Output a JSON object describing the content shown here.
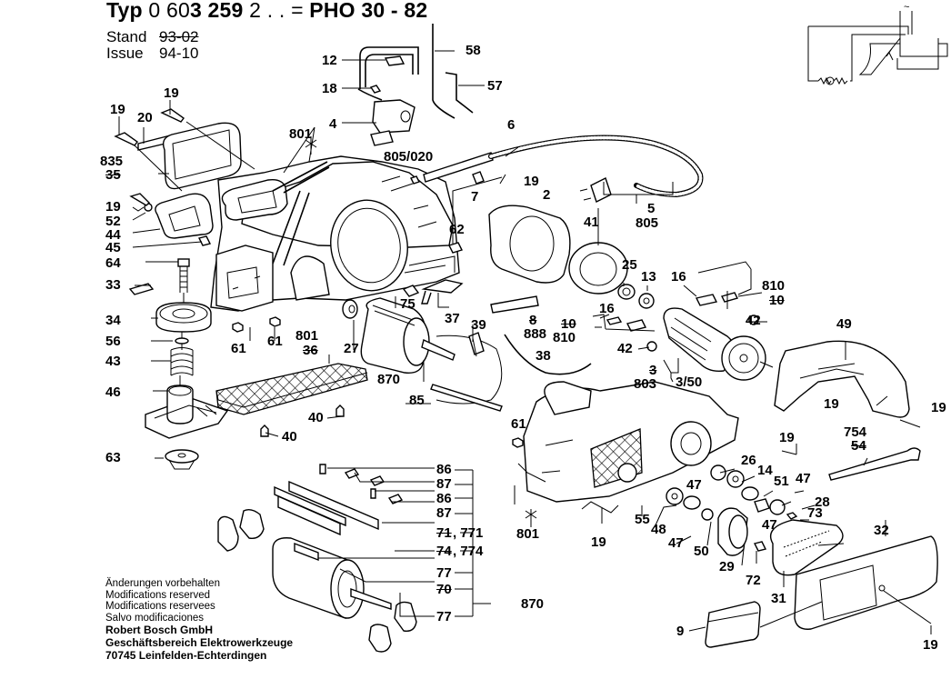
{
  "header": {
    "typ_label": "Typ",
    "typ_prefix": "0 60",
    "typ_bold1": "3 259",
    "typ_suffix": "2 . . =",
    "model": "PHO 30 - 82",
    "stand_label": "Stand",
    "stand_value": "93-02",
    "issue_label": "Issue",
    "issue_value": "94-10"
  },
  "footer": {
    "lines": [
      "Änderungen vorbehalten",
      "Modifications reserved",
      "Modifications reservees",
      "Salvo modificaciones"
    ],
    "company": "Robert Bosch GmbH",
    "division": "Geschäftsbereich Elektrowerkzeuge",
    "address": "70745 Leinfelden-Echterdingen"
  },
  "wiring_diagram": {
    "symbol": "~"
  },
  "part_labels": [
    {
      "id": "p12",
      "text": "12"
    },
    {
      "id": "p58",
      "text": "58"
    },
    {
      "id": "p18",
      "text": "18"
    },
    {
      "id": "p57",
      "text": "57"
    },
    {
      "id": "p4",
      "text": "4"
    },
    {
      "id": "p6",
      "text": "6"
    },
    {
      "id": "p19a",
      "text": "19"
    },
    {
      "id": "p19b",
      "text": "19"
    },
    {
      "id": "p20",
      "text": "20"
    },
    {
      "id": "p801a",
      "text": "801"
    },
    {
      "id": "p835",
      "text": "835"
    },
    {
      "id": "p35",
      "text": "35",
      "struck": true
    },
    {
      "id": "p805_020",
      "text": "805/020"
    },
    {
      "id": "p19c",
      "text": "19"
    },
    {
      "id": "p7",
      "text": "7"
    },
    {
      "id": "p2",
      "text": "2"
    },
    {
      "id": "p5",
      "text": "5"
    },
    {
      "id": "p805",
      "text": "805"
    },
    {
      "id": "p19d",
      "text": "19"
    },
    {
      "id": "p52",
      "text": "52"
    },
    {
      "id": "p44",
      "text": "44"
    },
    {
      "id": "p45",
      "text": "45"
    },
    {
      "id": "p62",
      "text": "62"
    },
    {
      "id": "p41",
      "text": "41"
    },
    {
      "id": "p64",
      "text": "64"
    },
    {
      "id": "p25",
      "text": "25"
    },
    {
      "id": "p13",
      "text": "13"
    },
    {
      "id": "p16a",
      "text": "16"
    },
    {
      "id": "p810a",
      "text": "810"
    },
    {
      "id": "p10a",
      "text": "10",
      "struck": true
    },
    {
      "id": "p33",
      "text": "33"
    },
    {
      "id": "p75",
      "text": "75"
    },
    {
      "id": "p37",
      "text": "37"
    },
    {
      "id": "p16b",
      "text": "16"
    },
    {
      "id": "p42a",
      "text": "42"
    },
    {
      "id": "p34",
      "text": "34"
    },
    {
      "id": "p801b",
      "text": "801"
    },
    {
      "id": "p8",
      "text": "8",
      "struck": true
    },
    {
      "id": "p888",
      "text": "888"
    },
    {
      "id": "p39",
      "text": "39"
    },
    {
      "id": "p10b",
      "text": "10",
      "struck": true
    },
    {
      "id": "p810b",
      "text": "810"
    },
    {
      "id": "p49",
      "text": "49"
    },
    {
      "id": "p36",
      "text": "36",
      "struck": true
    },
    {
      "id": "p56",
      "text": "56"
    },
    {
      "id": "p61a",
      "text": "61"
    },
    {
      "id": "p61b",
      "text": "61"
    },
    {
      "id": "p27",
      "text": "27"
    },
    {
      "id": "p42b",
      "text": "42"
    },
    {
      "id": "p43",
      "text": "43"
    },
    {
      "id": "p870a",
      "text": "870"
    },
    {
      "id": "p38",
      "text": "38"
    },
    {
      "id": "p3",
      "text": "3",
      "struck": true
    },
    {
      "id": "p803",
      "text": "803"
    },
    {
      "id": "p3_50",
      "text": "3/50"
    },
    {
      "id": "p46",
      "text": "46"
    },
    {
      "id": "p85",
      "text": "85"
    },
    {
      "id": "p19e",
      "text": "19"
    },
    {
      "id": "p19f",
      "text": "19"
    },
    {
      "id": "p40a",
      "text": "40"
    },
    {
      "id": "p40b",
      "text": "40"
    },
    {
      "id": "p61c",
      "text": "61"
    },
    {
      "id": "p754",
      "text": "754"
    },
    {
      "id": "p54",
      "text": "54",
      "struck": true
    },
    {
      "id": "p19g",
      "text": "19"
    },
    {
      "id": "p63",
      "text": "63"
    },
    {
      "id": "p26",
      "text": "26"
    },
    {
      "id": "p86a",
      "text": "86"
    },
    {
      "id": "p14",
      "text": "14"
    },
    {
      "id": "p47a",
      "text": "47"
    },
    {
      "id": "p51",
      "text": "51"
    },
    {
      "id": "p87a",
      "text": "87"
    },
    {
      "id": "p47b",
      "text": "47"
    },
    {
      "id": "p86b",
      "text": "86"
    },
    {
      "id": "p28",
      "text": "28"
    },
    {
      "id": "p87b",
      "text": "87"
    },
    {
      "id": "p55",
      "text": "55"
    },
    {
      "id": "p73",
      "text": "73"
    },
    {
      "id": "p48",
      "text": "48"
    },
    {
      "id": "p47c",
      "text": "47"
    },
    {
      "id": "p71",
      "text": "71",
      "struck": true
    },
    {
      "id": "p771",
      "text": ", 771"
    },
    {
      "id": "p801c",
      "text": "801"
    },
    {
      "id": "p47d",
      "text": "47"
    },
    {
      "id": "p19h",
      "text": "19"
    },
    {
      "id": "p32",
      "text": "32"
    },
    {
      "id": "p74",
      "text": "74",
      "struck": true
    },
    {
      "id": "p774",
      "text": ", 774"
    },
    {
      "id": "p50",
      "text": "50"
    },
    {
      "id": "p29",
      "text": "29"
    },
    {
      "id": "p72",
      "text": "72"
    },
    {
      "id": "p77a",
      "text": "77"
    },
    {
      "id": "p70",
      "text": "70",
      "struck": true
    },
    {
      "id": "p31",
      "text": "31"
    },
    {
      "id": "p870b",
      "text": "870"
    },
    {
      "id": "p77b",
      "text": "77"
    },
    {
      "id": "p9",
      "text": "9"
    },
    {
      "id": "p19i",
      "text": "19"
    }
  ]
}
